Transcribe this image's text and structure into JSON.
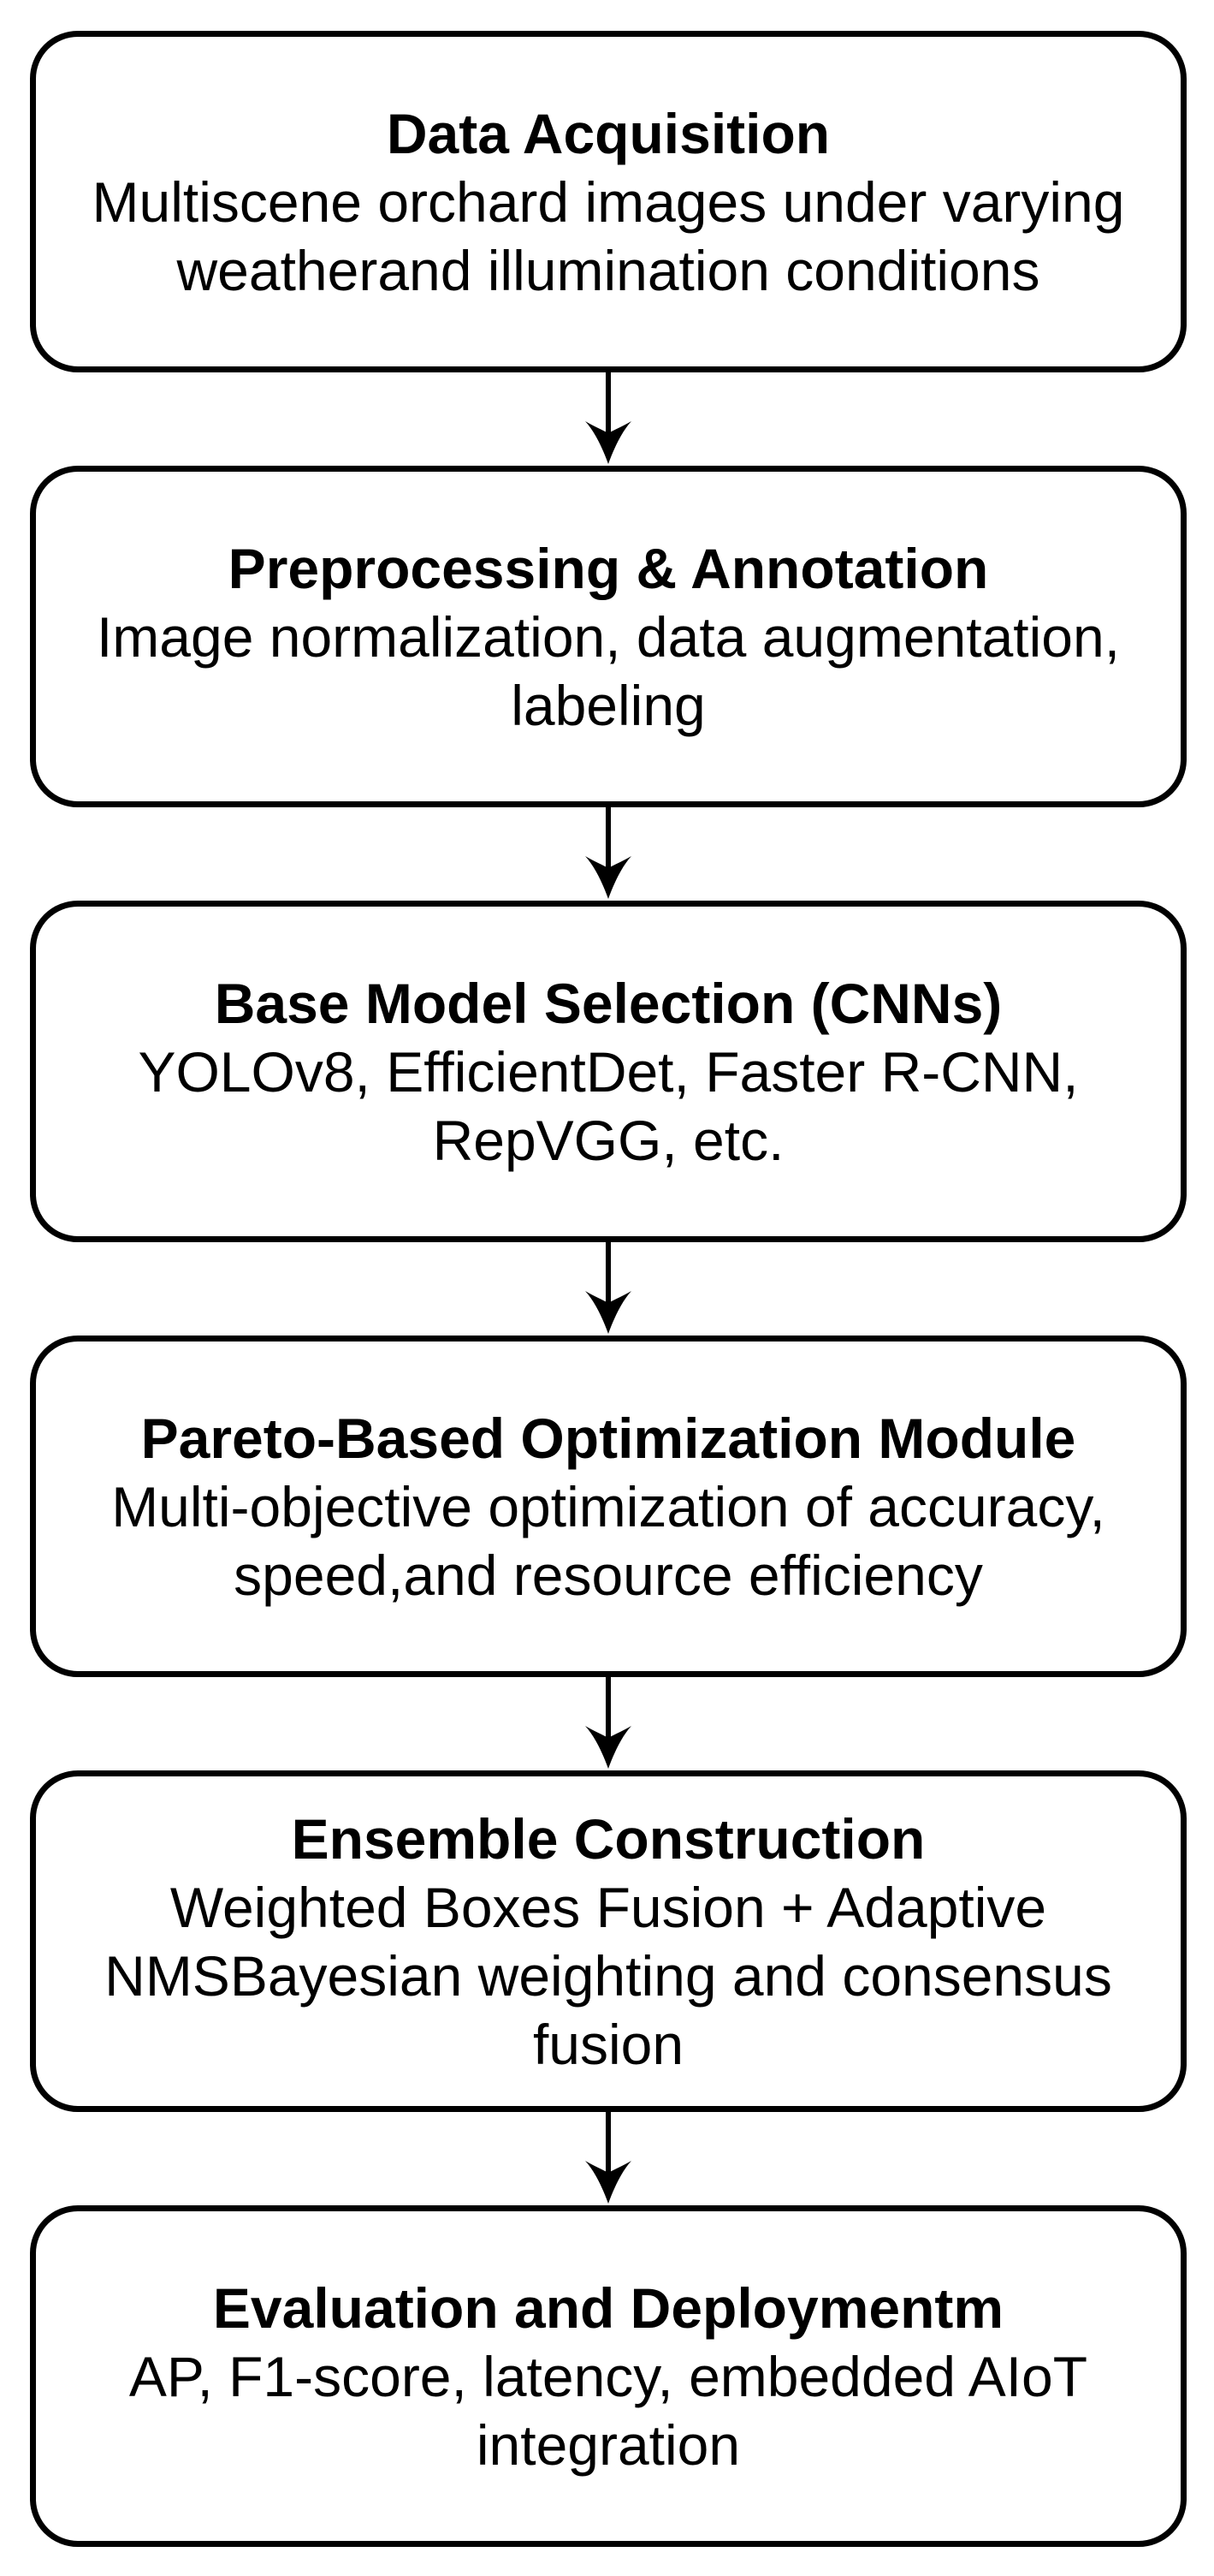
{
  "diagram": {
    "type": "flowchart",
    "orientation": "vertical",
    "colors": {
      "background": "#ffffff",
      "box_fill": "#ffffff",
      "box_border": "#000000",
      "text": "#000000",
      "arrow": "#000000"
    },
    "steps": [
      {
        "id": "data-acquisition",
        "title": "Data Acquisition",
        "body": "Multiscene orchard images under varying\nweatherand illumination conditions"
      },
      {
        "id": "preprocessing-annotation",
        "title": "Preprocessing & Annotation",
        "body": "Image normalization, data augmentation,\nlabeling"
      },
      {
        "id": "base-model-selection",
        "title": "Base Model Selection (CNNs)",
        "body": "YOLOv8, EfficientDet, Faster R-CNN,\nRepVGG, etc."
      },
      {
        "id": "pareto-optimization",
        "title": "Pareto-Based Optimization Module",
        "body": "Multi-objective optimization of accuracy,\nspeed,and resource efficiency"
      },
      {
        "id": "ensemble-construction",
        "title": "Ensemble Construction",
        "body": "Weighted Boxes Fusion + Adaptive\nNMSBayesian weighting and consensus\nfusion"
      },
      {
        "id": "evaluation-deployment",
        "title": "Evaluation and Deploymentm",
        "body": "AP, F1-score, latency, embedded AIoT\nintegration"
      }
    ],
    "connectors": [
      {
        "from": "data-acquisition",
        "to": "preprocessing-annotation",
        "direction": "down"
      },
      {
        "from": "preprocessing-annotation",
        "to": "base-model-selection",
        "direction": "down"
      },
      {
        "from": "base-model-selection",
        "to": "pareto-optimization",
        "direction": "down"
      },
      {
        "from": "pareto-optimization",
        "to": "ensemble-construction",
        "direction": "down"
      },
      {
        "from": "ensemble-construction",
        "to": "evaluation-deployment",
        "direction": "down"
      }
    ]
  }
}
